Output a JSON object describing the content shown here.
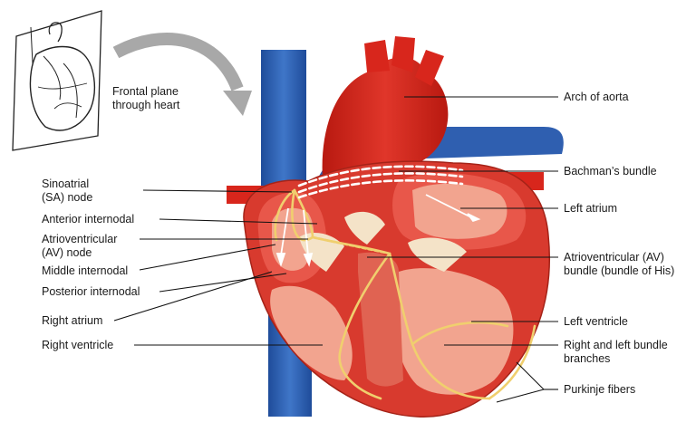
{
  "inset": {
    "lines": [
      "Frontal plane",
      "through heart"
    ]
  },
  "labels": {
    "sa_node": [
      "Sinoatrial",
      "(SA) node"
    ],
    "anterior_internodal": [
      "Anterior internodal"
    ],
    "av_node": [
      "Atrioventricular",
      "(AV) node"
    ],
    "middle_internodal": [
      "Middle internodal"
    ],
    "posterior_internodal": [
      "Posterior internodal"
    ],
    "right_atrium": [
      "Right atrium"
    ],
    "right_ventricle": [
      "Right ventricle"
    ],
    "arch_of_aorta": [
      "Arch of aorta"
    ],
    "bachmans_bundle": [
      "Bachman’s bundle"
    ],
    "left_atrium": [
      "Left atrium"
    ],
    "bundle_of_his": [
      "Atrioventricular (AV)",
      "bundle (bundle of His)"
    ],
    "left_ventricle": [
      "Left ventricle"
    ],
    "bundle_branches": [
      "Right and left bundle",
      "branches"
    ],
    "purkinje_fibers": [
      "Purkinje fibers"
    ]
  },
  "colors": {
    "vein_blue": "#2f5fb0",
    "artery_red": "#d8261c",
    "myocardium": "#e8574a",
    "chamber_pink": "#f2a48f",
    "conduction_yellow": "#f0cf6e",
    "valve_cream": "#f4e3c8"
  }
}
